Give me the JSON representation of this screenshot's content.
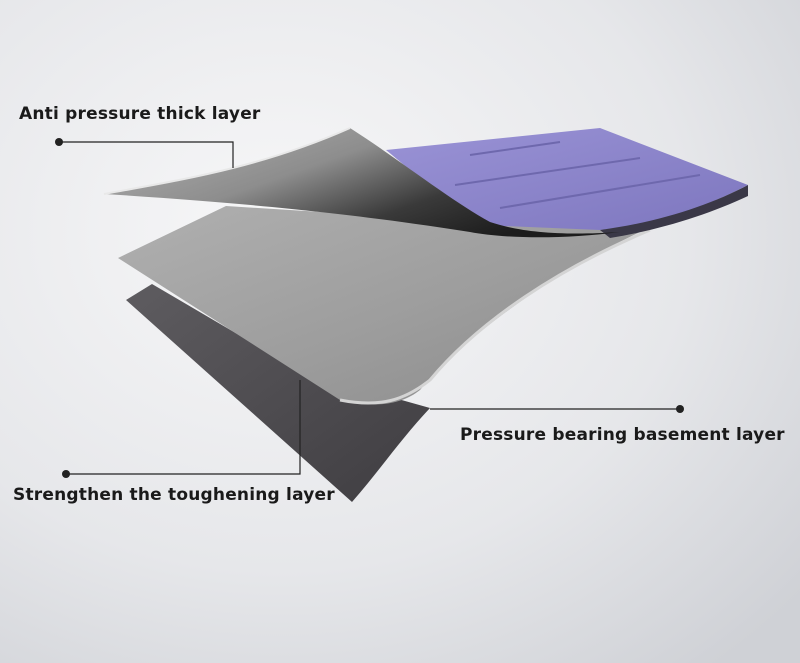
{
  "labels": {
    "top": "Anti pressure thick layer",
    "right": "Pressure bearing basement layer",
    "left": "Strengthen the toughening layer"
  },
  "colors": {
    "background": "#e4e6ea",
    "purple_layer": "#8a83c9",
    "light_gray_layer": "#a3a3a3",
    "dark_layer": "#555356",
    "top_sheet": "#9c9c9c",
    "leader_line": "#222222"
  }
}
